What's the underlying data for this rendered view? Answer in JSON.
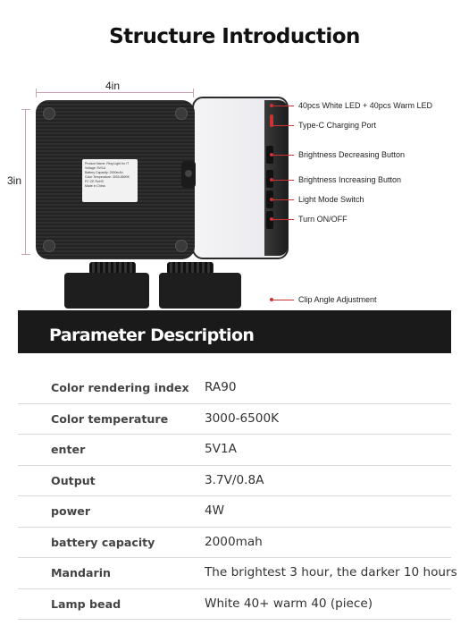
{
  "page": {
    "title": "Structure Introduction"
  },
  "dimensions": {
    "width": "4in",
    "height": "3in"
  },
  "device_label": [
    "Product Name: Ring Light for IT",
    "Voltage: 5V/1A",
    "Battery Capacity: 2000mAh",
    "Color Temperature: 3000-6500K",
    "FC CE RoHS",
    "Made in China"
  ],
  "callouts": [
    {
      "label": "40pcs White LED + 40pcs Warm LED"
    },
    {
      "label": "Type-C Charging Port"
    },
    {
      "label": "Brightness Decreasing Button"
    },
    {
      "label": "Brightness Increasing Button"
    },
    {
      "label": "Light Mode Switch"
    },
    {
      "label": "Turn ON/OFF"
    },
    {
      "label": "Clip Angle Adjustment"
    }
  ],
  "parameters": {
    "title": "Parameter Description",
    "rows": [
      {
        "key": "Color rendering index",
        "value": "RA90"
      },
      {
        "key": "Color temperature",
        "value": "3000-6500K"
      },
      {
        "key": "enter",
        "value": "5V1A"
      },
      {
        "key": "Output",
        "value": "3.7V/0.8A"
      },
      {
        "key": "power",
        "value": "4W"
      },
      {
        "key": "battery capacity",
        "value": "2000mah"
      },
      {
        "key": "Mandarin",
        "value": "The brightest 3 hour, the darker 10 hours"
      },
      {
        "key": "Lamp bead",
        "value": "White 40+ warm 40 (piece)"
      }
    ]
  },
  "colors": {
    "accent": "#cc3333",
    "header_bg": "#1a1a1a"
  }
}
